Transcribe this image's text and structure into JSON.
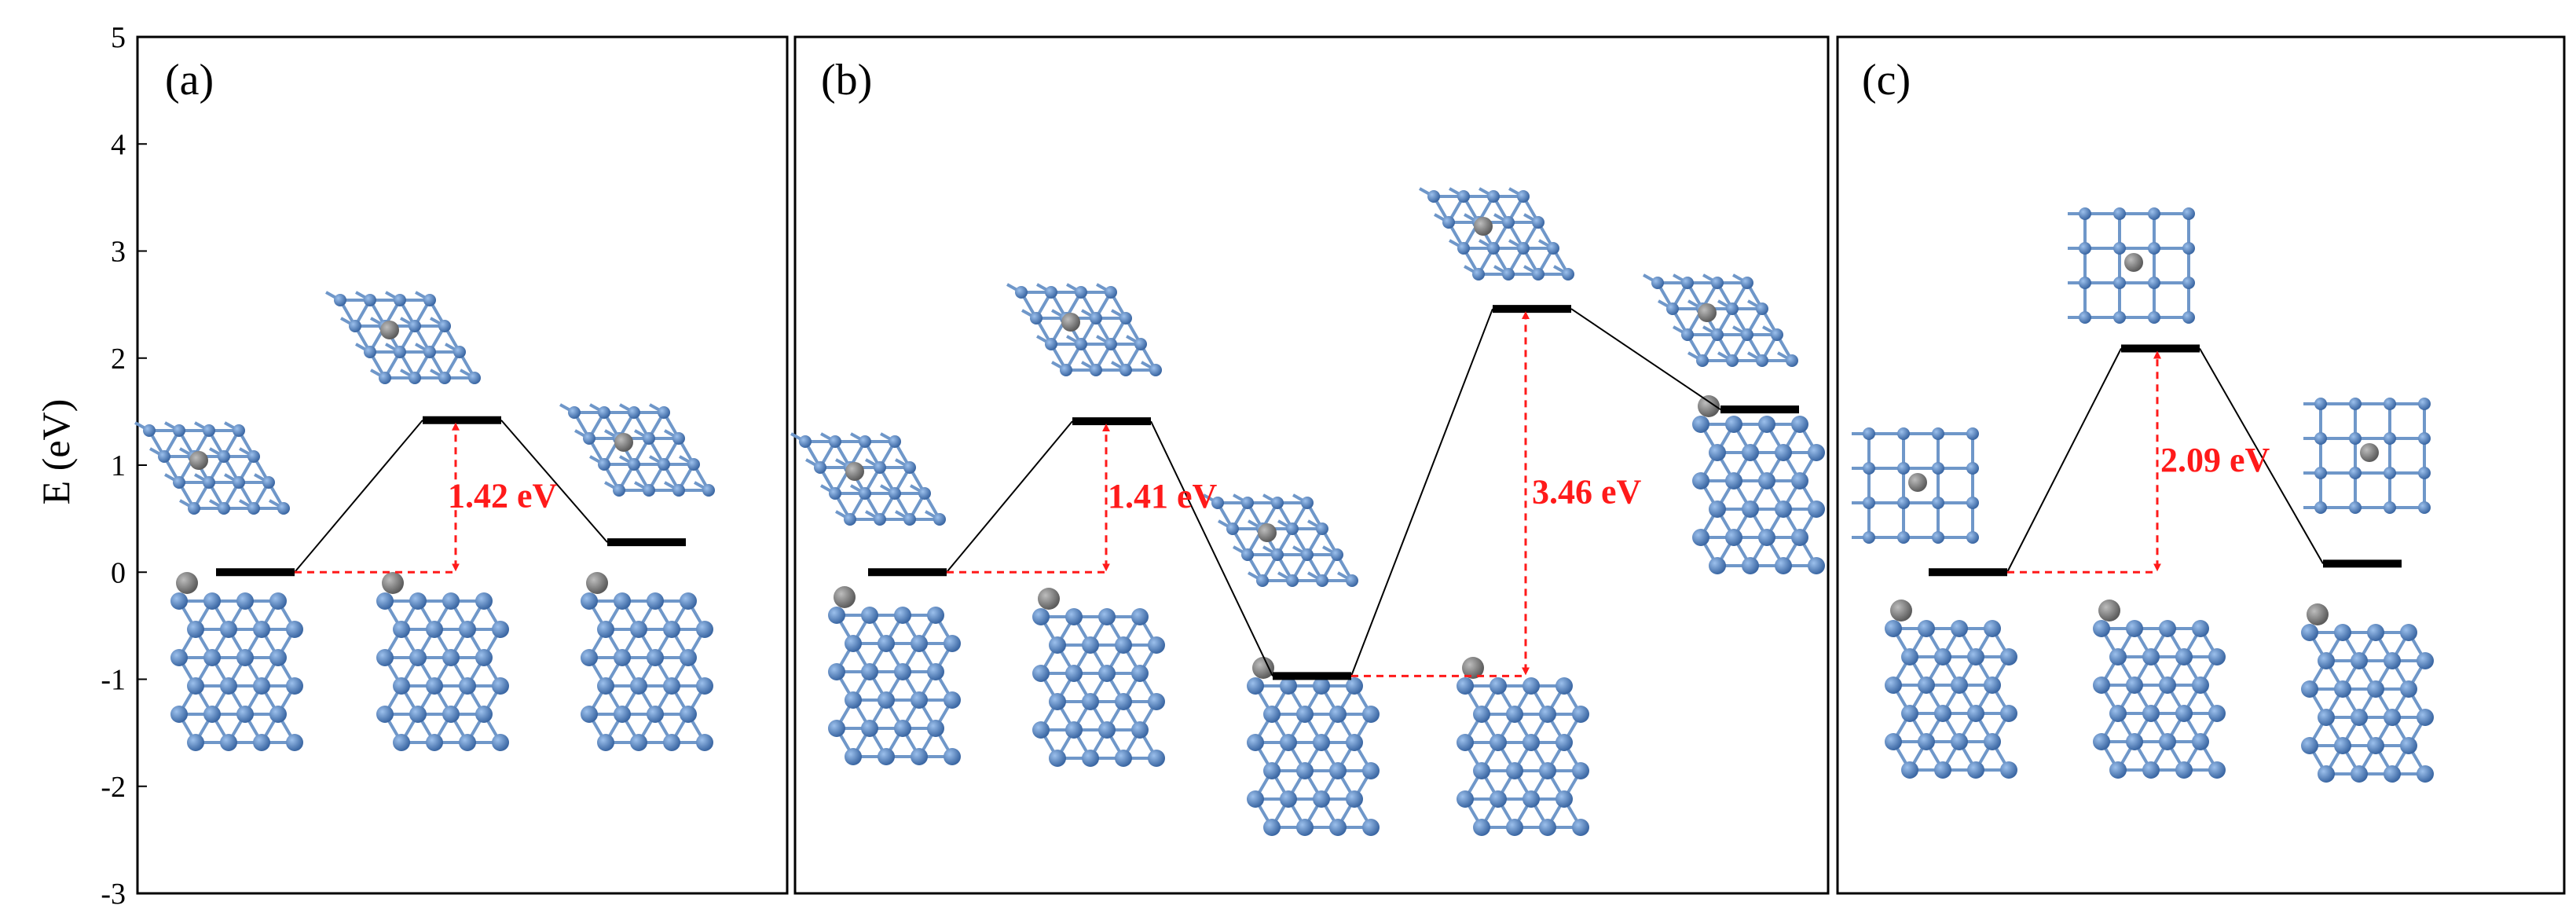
{
  "chart_data": {
    "type": "line",
    "ylabel": "E (eV)",
    "ylim": [
      -3,
      5
    ],
    "y_ticks": [
      "-3",
      "-2",
      "-1",
      "0",
      "1",
      "2",
      "3",
      "4",
      "5"
    ],
    "colors": {
      "level": "#000000",
      "connector": "#000000",
      "barrier": "#ff1a1a",
      "atom_metal": "#4a78b4",
      "atom_bond": "#6f97c9",
      "atom_adsorbate": "#7f7f7f"
    },
    "panels": [
      {
        "label": "(a)",
        "states": [
          {
            "y": 0.0
          },
          {
            "y": 1.42
          },
          {
            "y": 0.28
          }
        ],
        "barriers": [
          {
            "from_state": 0,
            "to_state": 1,
            "value": 1.42,
            "label": "1.42 eV"
          }
        ]
      },
      {
        "label": "(b)",
        "states": [
          {
            "y": 0.0
          },
          {
            "y": 1.41
          },
          {
            "y": -0.97
          },
          {
            "y": 2.46
          },
          {
            "y": 1.52
          }
        ],
        "barriers": [
          {
            "from_state": 0,
            "to_state": 1,
            "value": 1.41,
            "label": "1.41 eV"
          },
          {
            "from_state": 2,
            "to_state": 3,
            "value": 3.46,
            "label": "3.46 eV"
          }
        ]
      },
      {
        "label": "(c)",
        "states": [
          {
            "y": 0.0
          },
          {
            "y": 2.09
          },
          {
            "y": 0.08
          }
        ],
        "barriers": [
          {
            "from_state": 0,
            "to_state": 1,
            "value": 2.09,
            "label": "2.09 eV"
          }
        ]
      }
    ]
  }
}
